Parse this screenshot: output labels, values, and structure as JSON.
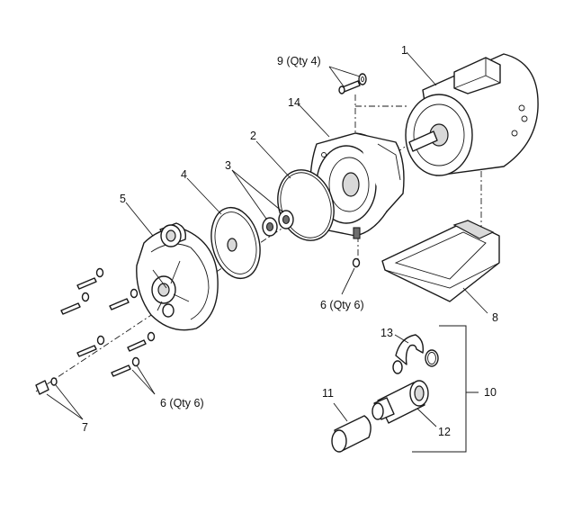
{
  "callouts": {
    "c1": "1",
    "c2": "2",
    "c3": "3",
    "c4": "4",
    "c5": "5",
    "c6a": "6 (Qty 6)",
    "c6b": "6 (Qty 6)",
    "c7": "7",
    "c8": "8",
    "c9": "9 (Qty 4)",
    "c10": "10",
    "c11": "11",
    "c12": "12",
    "c13": "13",
    "c14": "14"
  }
}
